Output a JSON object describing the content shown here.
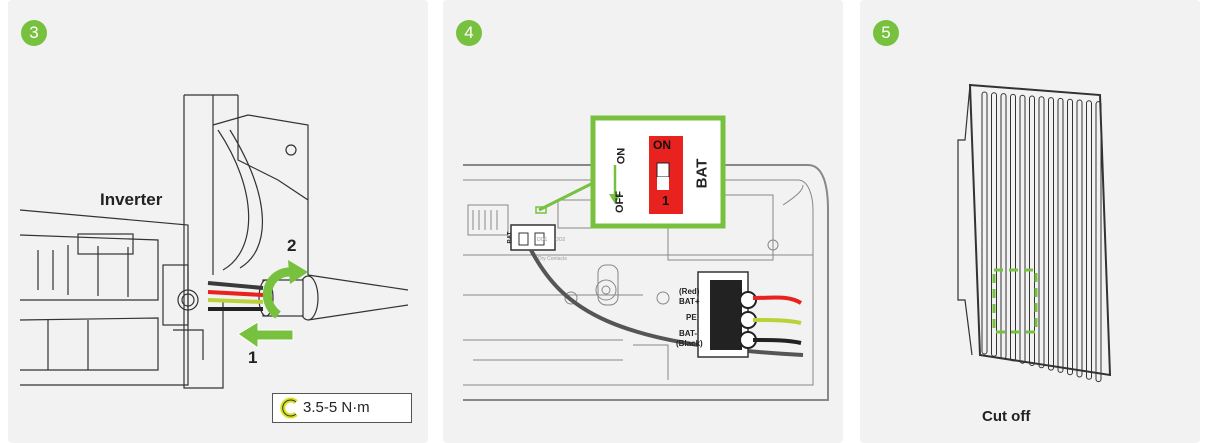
{
  "panels": [
    {
      "step": "3",
      "labels": {
        "inverter": "Inverter",
        "step_one": "1",
        "step_two": "2",
        "torque": "3.5-5 N·m"
      },
      "icons": [
        "torque-wrench-icon"
      ]
    },
    {
      "step": "4",
      "switch": {
        "on_label": "ON",
        "off_label": "OFF",
        "on_marking": "ON",
        "position_marking": "1",
        "name": "BAT"
      },
      "connector_labels": {
        "red": "(Red)",
        "bat_plus": "BAT+",
        "pe": "PE",
        "bat_minus": "BAT-",
        "black": "(Black)",
        "bat_tag": "BAT"
      },
      "board_text": {
        "dry_contacts": "Dry Contacts",
        "do1": "DO1",
        "do2": "DO2"
      }
    },
    {
      "step": "5",
      "caption": "Cut off"
    }
  ],
  "colors": {
    "accent_green": "#77c13f",
    "switch_red": "#e8231f",
    "wire_red": "#e8231f",
    "wire_yellow_green": "#b8d23a"
  }
}
